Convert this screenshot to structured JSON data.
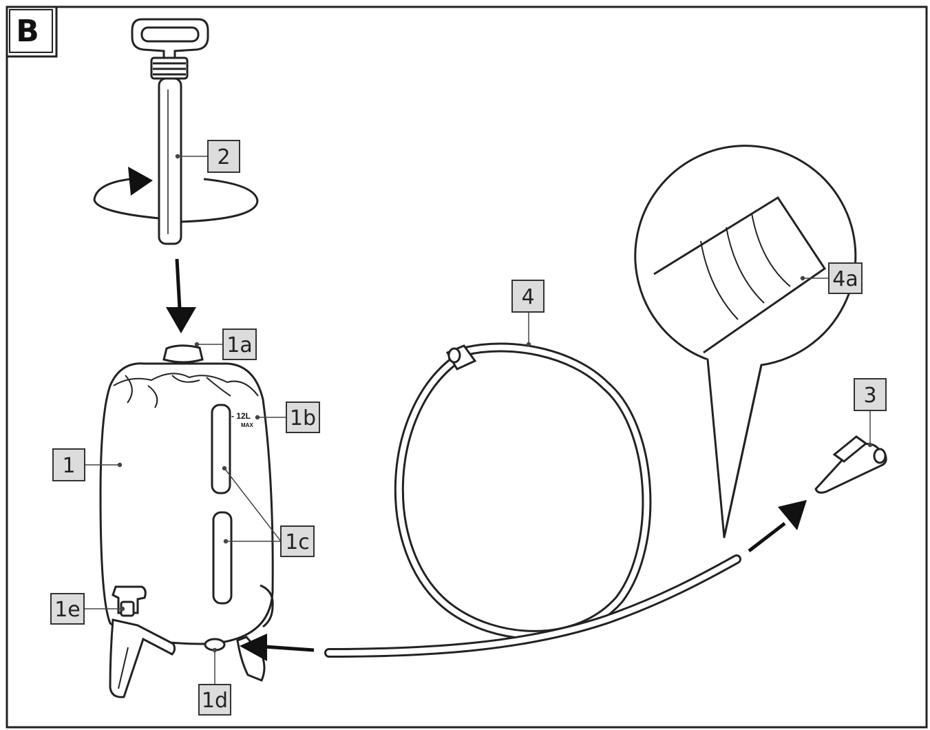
{
  "figure": {
    "panel_letter": "B",
    "colors": {
      "line": "#222222",
      "label_box_fill": "#dcdcdc",
      "background": "#ffffff"
    }
  },
  "labels": {
    "l1": "1",
    "l1a": "1a",
    "l1b": "1b",
    "l1c": "1c",
    "l1d": "1d",
    "l1e": "1e",
    "l2": "2",
    "l3": "3",
    "l4": "4",
    "l4a": "4a"
  },
  "tank_marking": {
    "capacity": "- 12L",
    "max": "MAX"
  }
}
